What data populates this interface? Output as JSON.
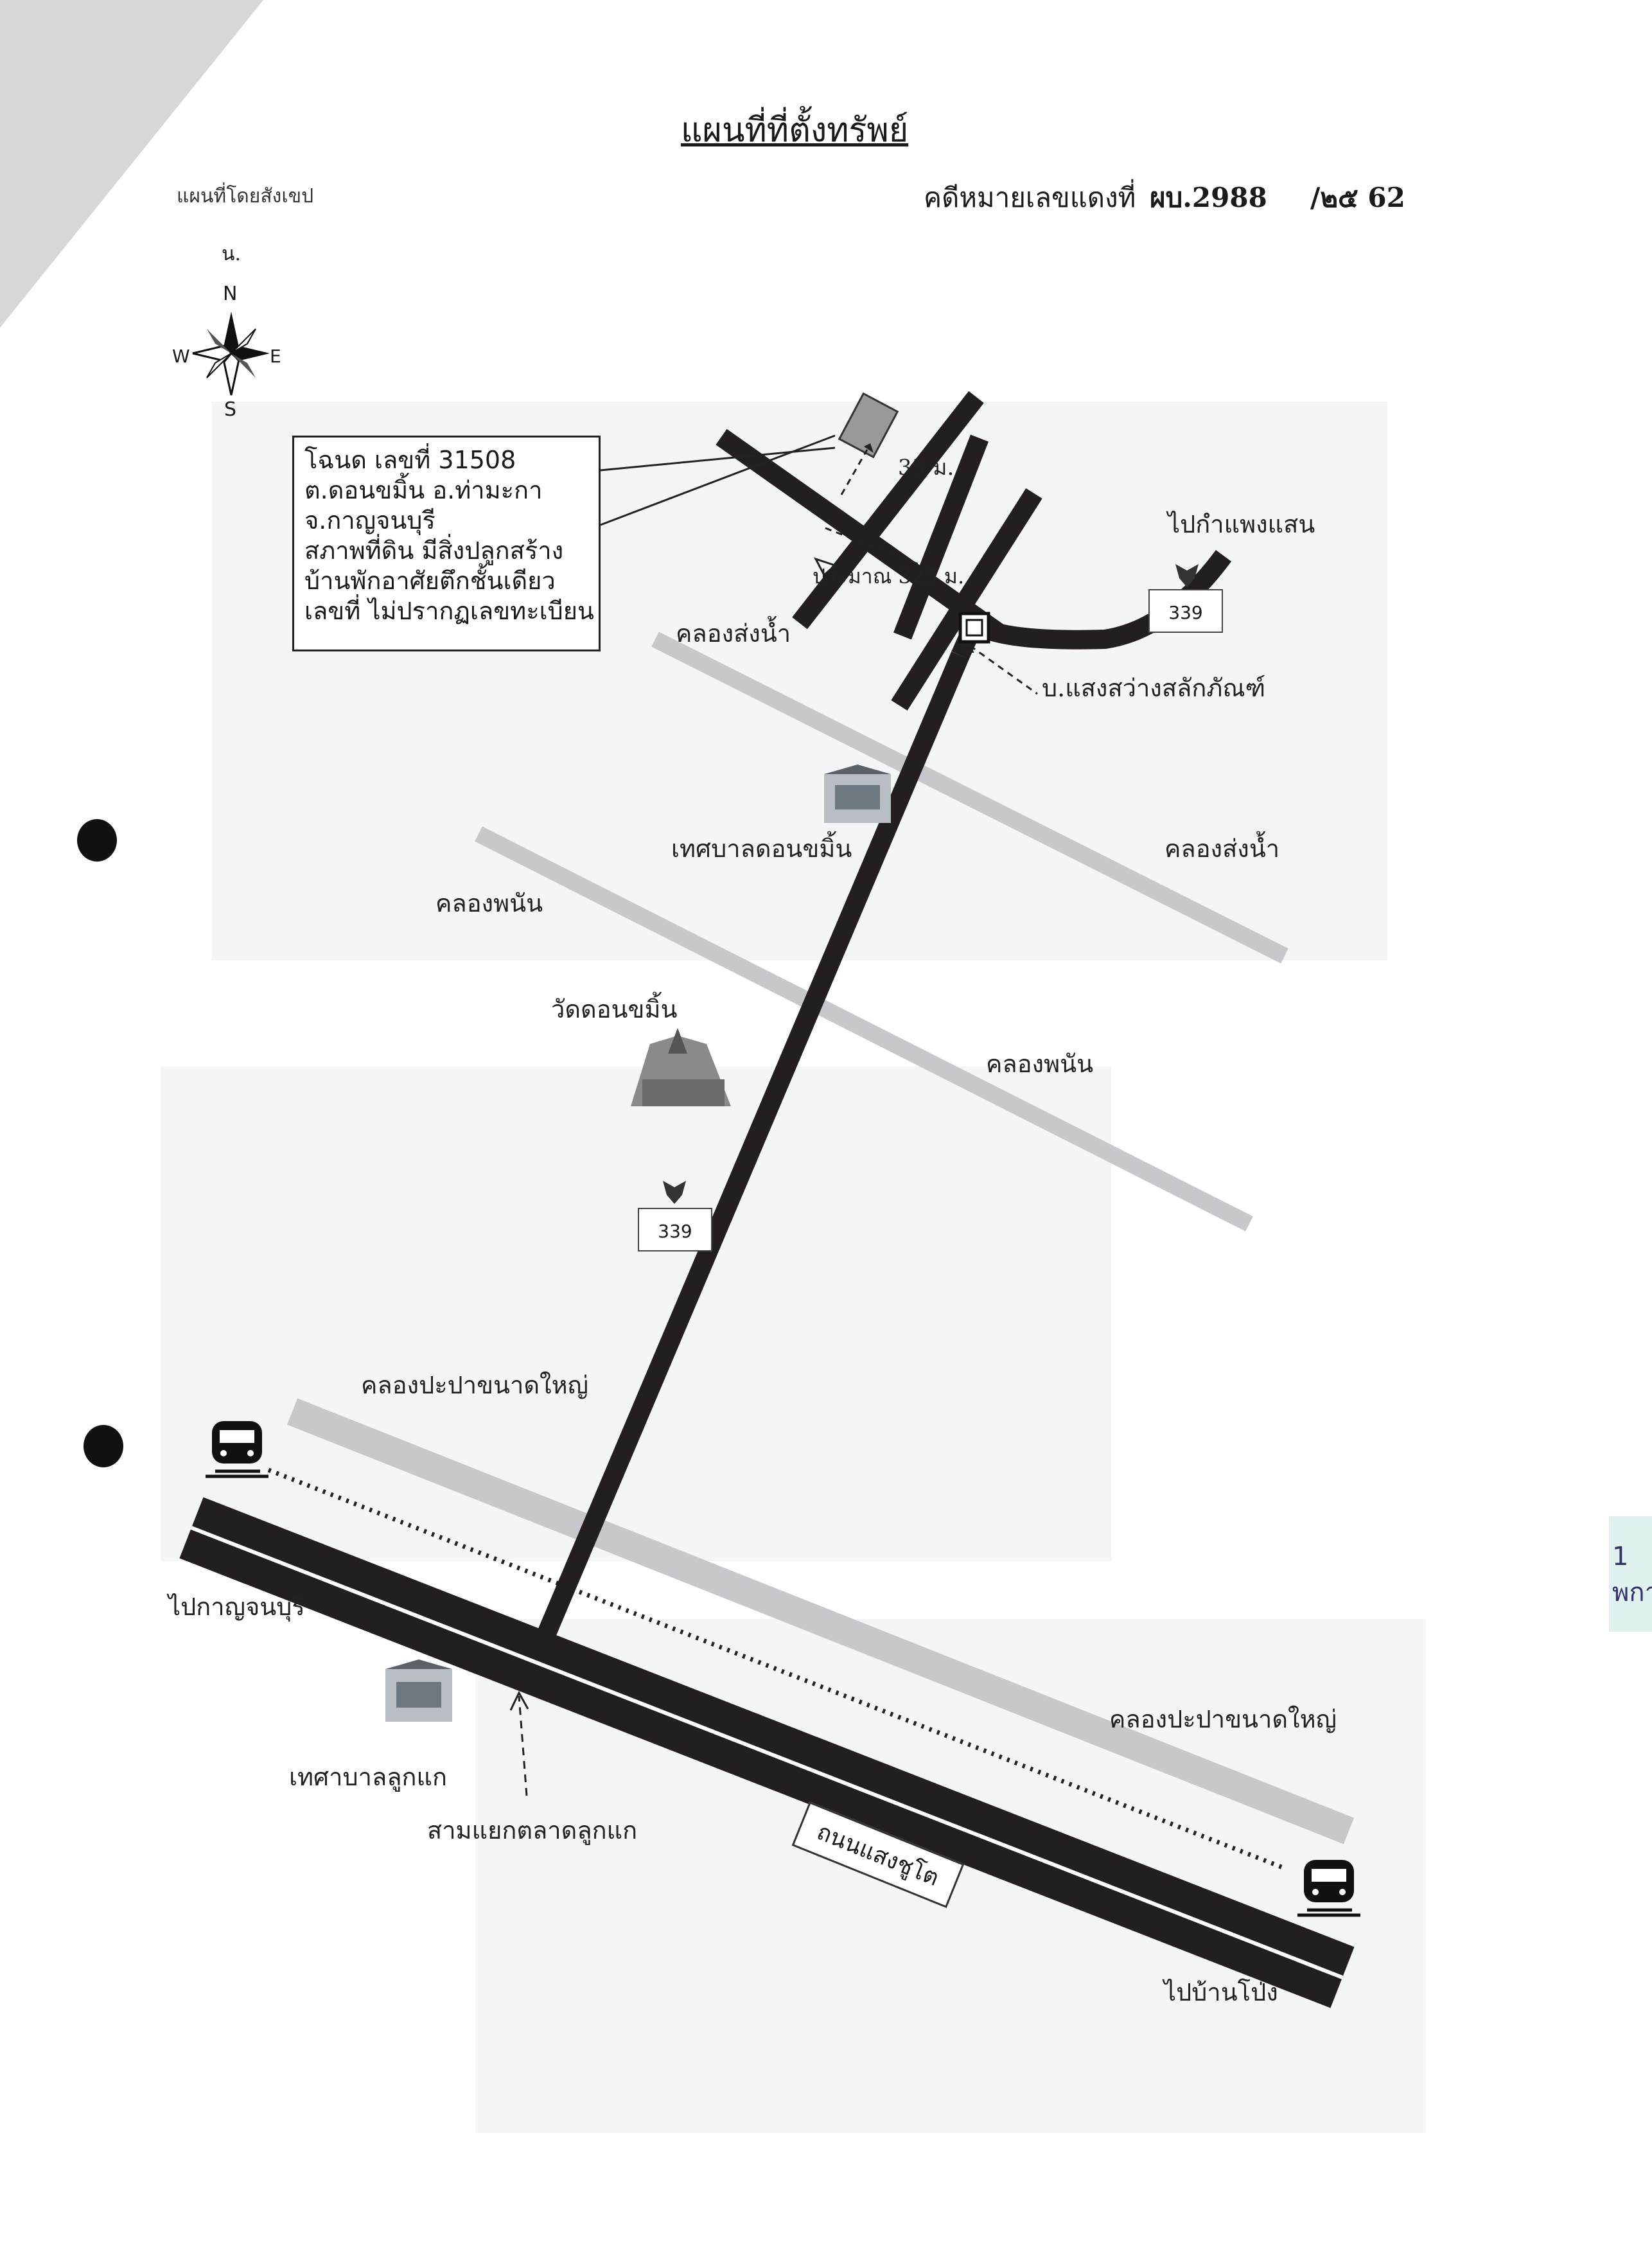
{
  "header": {
    "title": "แผนที่ที่ตั้งทรัพย์",
    "sketch_label": "แผนที่โดยสังเขป",
    "case_label": "คดีหมายเลขแดงที่",
    "case_number": "ผบ.2988",
    "case_suffix": "/๒๕  62"
  },
  "compass": {
    "label": "น.",
    "north": "N",
    "south": "S",
    "east": "E",
    "west": "W"
  },
  "info_box": {
    "lines": [
      "โฉนด เลขที่ 31508",
      "ต.ดอนขมิ้น อ.ท่ามะกา",
      "จ.กาญจนบุรี",
      "สภาพที่ดิน มีสิ่งปลูกสร้าง",
      "บ้านพักอาศัยตึกชั้นเดียว",
      "เลขที่ ไม่ปรากฏเลขทะเบียน"
    ]
  },
  "labels": {
    "distance_35": "35 ม.",
    "distance_325": "ประมาณ 325 ม.",
    "to_kamphaeng_saen": "ไปกำแพงแสน",
    "route_339_top": "339",
    "route_339_mid": "339",
    "canal_songnam_1": "คลองส่งน้ำ",
    "canal_songnam_2": "คลองส่งน้ำ",
    "school": "บ.แสงสว่างสลักภัณฑ์",
    "municipality_donkhamin": "เทศบาลดอนขมิ้น",
    "canal_phanan_1": "คลองพนัน",
    "canal_phanan_2": "คลองพนัน",
    "temple": "วัดดอนขมิ้น",
    "canal_papa_1": "คลองปะปาขนาดใหญ่",
    "canal_papa_2": "คลองปะปาขนาดใหญ่",
    "to_kanchanaburi": "ไปกาญจนบุรี",
    "municipality_lukkae": "เทศาบาลลูกแก",
    "junction_lukkae": "สามแยกตลาดลูกแก",
    "road_name": "ถนนแสงชูโต",
    "to_ban_pong": "ไปบ้านโป่ง",
    "edge_tab": "1\nพกา"
  },
  "colors": {
    "road": "#231f20",
    "canal": "#c8c8cc",
    "plot": "#999999"
  }
}
